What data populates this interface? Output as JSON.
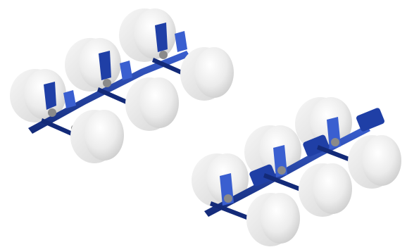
{
  "scene": {
    "assemblies": [
      {
        "id": "upper-left",
        "axle_count": 3,
        "wheels_per_axle": 2
      },
      {
        "id": "lower-right",
        "axle_count": 3,
        "wheels_per_axle": 2
      }
    ],
    "colors": {
      "background": "#ffffff",
      "frame_blue": "#1f3fa6",
      "frame_blue_dark": "#132a78",
      "frame_blue_light": "#3a5fd0",
      "tire_light": "#f4f4f4",
      "tire_mid": "#e4e4e4",
      "tire_shadow": "#cfcfcf",
      "metal_gray": "#8a8a8a"
    }
  }
}
